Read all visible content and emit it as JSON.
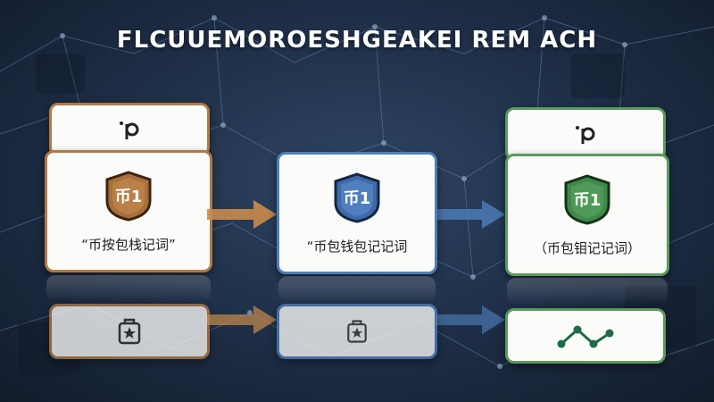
{
  "title": "FLCUUEMOROESHGEAKEI REM ACH",
  "columns": [
    {
      "label": "“币按包栈记词”",
      "badge_text": "币1"
    },
    {
      "label": "“币包钱包记记词",
      "badge_text": "币1"
    },
    {
      "label": "（币包钼记记词）",
      "badge_text": "币1"
    }
  ],
  "icons": {
    "top_left": "p-key-icon",
    "bottom_left": "star-bag-icon",
    "bottom_middle": "star-bag-icon",
    "top_right": "p-key-icon",
    "bottom_right": "network-nodes-icon"
  },
  "colors": {
    "brown": "#b07a44",
    "blue": "#4f7fb8",
    "green": "#5a9a5c",
    "arrow_brown": "#c98b4c",
    "arrow_blue": "#4a78b0"
  }
}
